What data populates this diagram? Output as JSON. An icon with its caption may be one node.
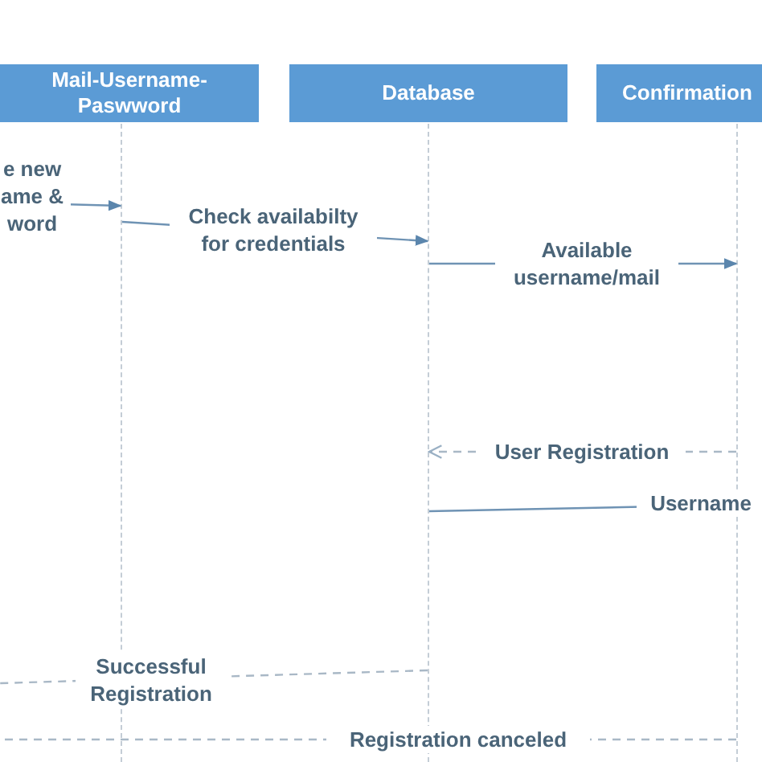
{
  "diagram": {
    "nodes": [
      {
        "text": [
          "Mail-Username-Paswword"
        ]
      },
      {
        "text": [
          "Database"
        ]
      },
      {
        "text": [
          "Confirmation"
        ]
      },
      {
        "text": [],
        "shape": "line"
      },
      {
        "text": [],
        "shape": "line"
      },
      {
        "text": [],
        "shape": "line"
      }
    ],
    "edges": [
      {
        "from": null,
        "to": 3,
        "arrow": "to",
        "label": "e new ame & word"
      },
      {
        "from": 3,
        "to": 4,
        "arrow": "to",
        "label": "Check availabilty for credentials"
      },
      {
        "from": 4,
        "to": 5,
        "arrow": "to",
        "label": "Available username/mail"
      },
      {
        "from": 5,
        "to": 4,
        "arrow": "to",
        "label": "User Registration",
        "style": "dashed"
      },
      {
        "from": 4,
        "to": 5,
        "arrow": "none",
        "label": "Username"
      },
      {
        "from": 4,
        "to": null,
        "arrow": "none",
        "label": "Successful Registration",
        "style": "dashed"
      },
      {
        "from": 5,
        "to": null,
        "arrow": "none",
        "label": "Registration canceled",
        "style": "dashed"
      }
    ]
  }
}
